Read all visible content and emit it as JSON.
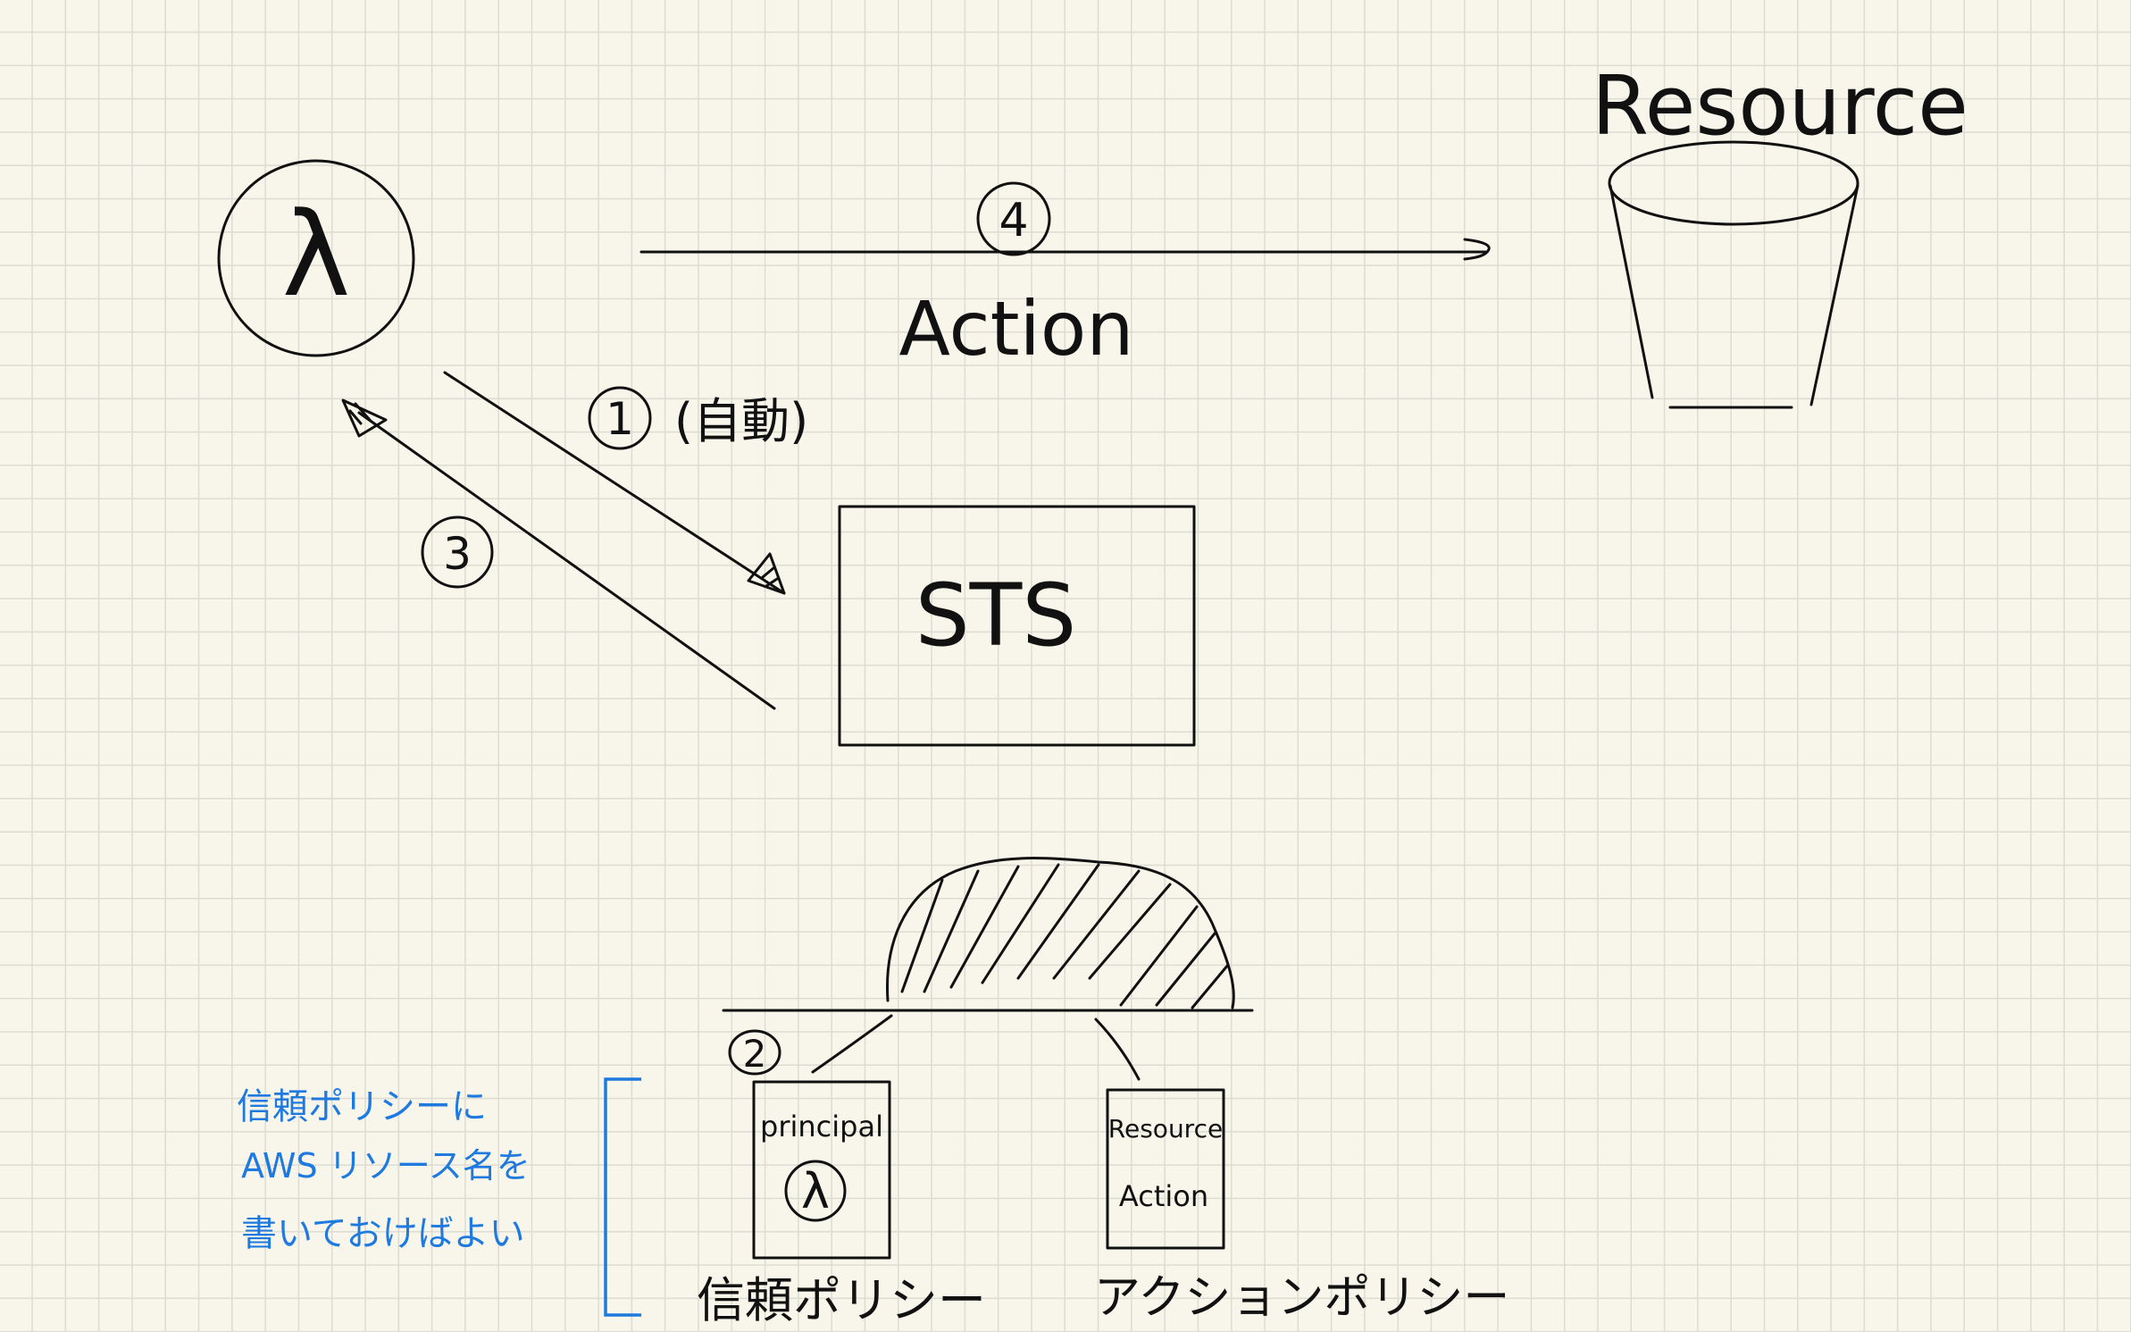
{
  "diagram": {
    "lambda_symbol": "λ",
    "resource_label": "Resource",
    "action_label": "Action",
    "sts_label": "STS",
    "steps": {
      "step1": "1",
      "step1_note": "(自動)",
      "step2": "2",
      "step3": "3",
      "step4": "4"
    },
    "trust_policy_box": {
      "title": "principal",
      "symbol": "λ"
    },
    "action_policy_box": {
      "line1": "Resource",
      "line2": "Action"
    },
    "trust_policy_caption": "信頼ポリシー",
    "action_policy_caption": "アクションポリシー",
    "note_lines": [
      "信頼ポリシーに",
      "AWS リソース名を",
      "書いておけばよい"
    ]
  },
  "colors": {
    "ink": "#111111",
    "note": "#1f7ae0",
    "paper": "#f8f6ea",
    "grid": "#dcdcd2"
  }
}
